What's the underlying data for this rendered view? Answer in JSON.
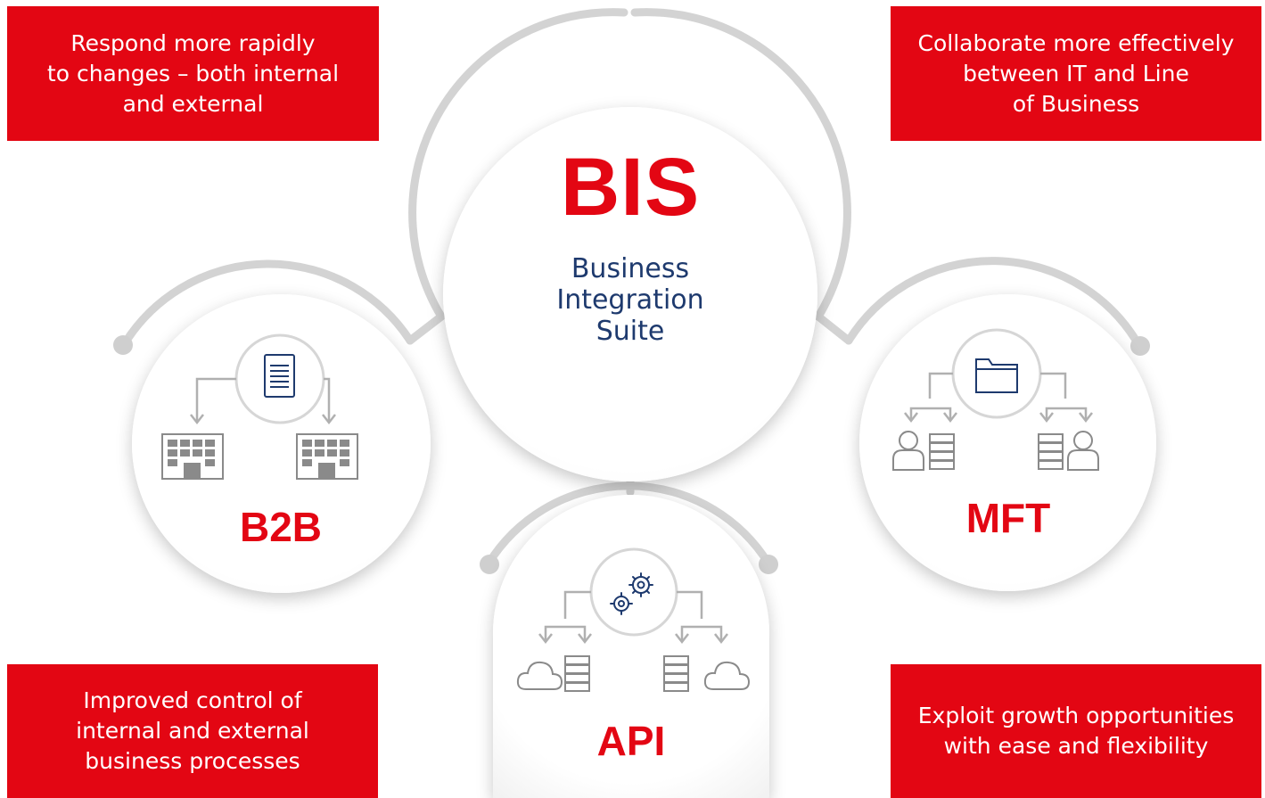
{
  "benefits": {
    "top_left": "Respond more rapidly\nto changes – both internal\nand external",
    "top_right": "Collaborate more effectively\nbetween IT and Line\nof Business",
    "bottom_left": "Improved control of\ninternal and external\nbusiness processes",
    "bottom_right": "Exploit growth opportunities\nwith ease and flexibility"
  },
  "center": {
    "title": "BIS",
    "subtitle_lines": [
      "Business",
      "Integration",
      "Suite"
    ]
  },
  "modules": {
    "b2b": "B2B",
    "mft": "MFT",
    "api": "API"
  },
  "colors": {
    "brand_red": "#e30613",
    "navy": "#1e3a6e",
    "connector_gray": "#cfcfcf",
    "icon_gray": "#8a8a8a"
  },
  "icons": {
    "center": "bis-logo",
    "b2b": [
      "document-icon",
      "office-building-icon",
      "office-building-icon"
    ],
    "mft": [
      "folder-icon",
      "user-icon",
      "server-icon",
      "server-icon",
      "user-icon"
    ],
    "api": [
      "gears-icon",
      "cloud-icon",
      "server-icon",
      "server-icon",
      "cloud-icon"
    ]
  }
}
